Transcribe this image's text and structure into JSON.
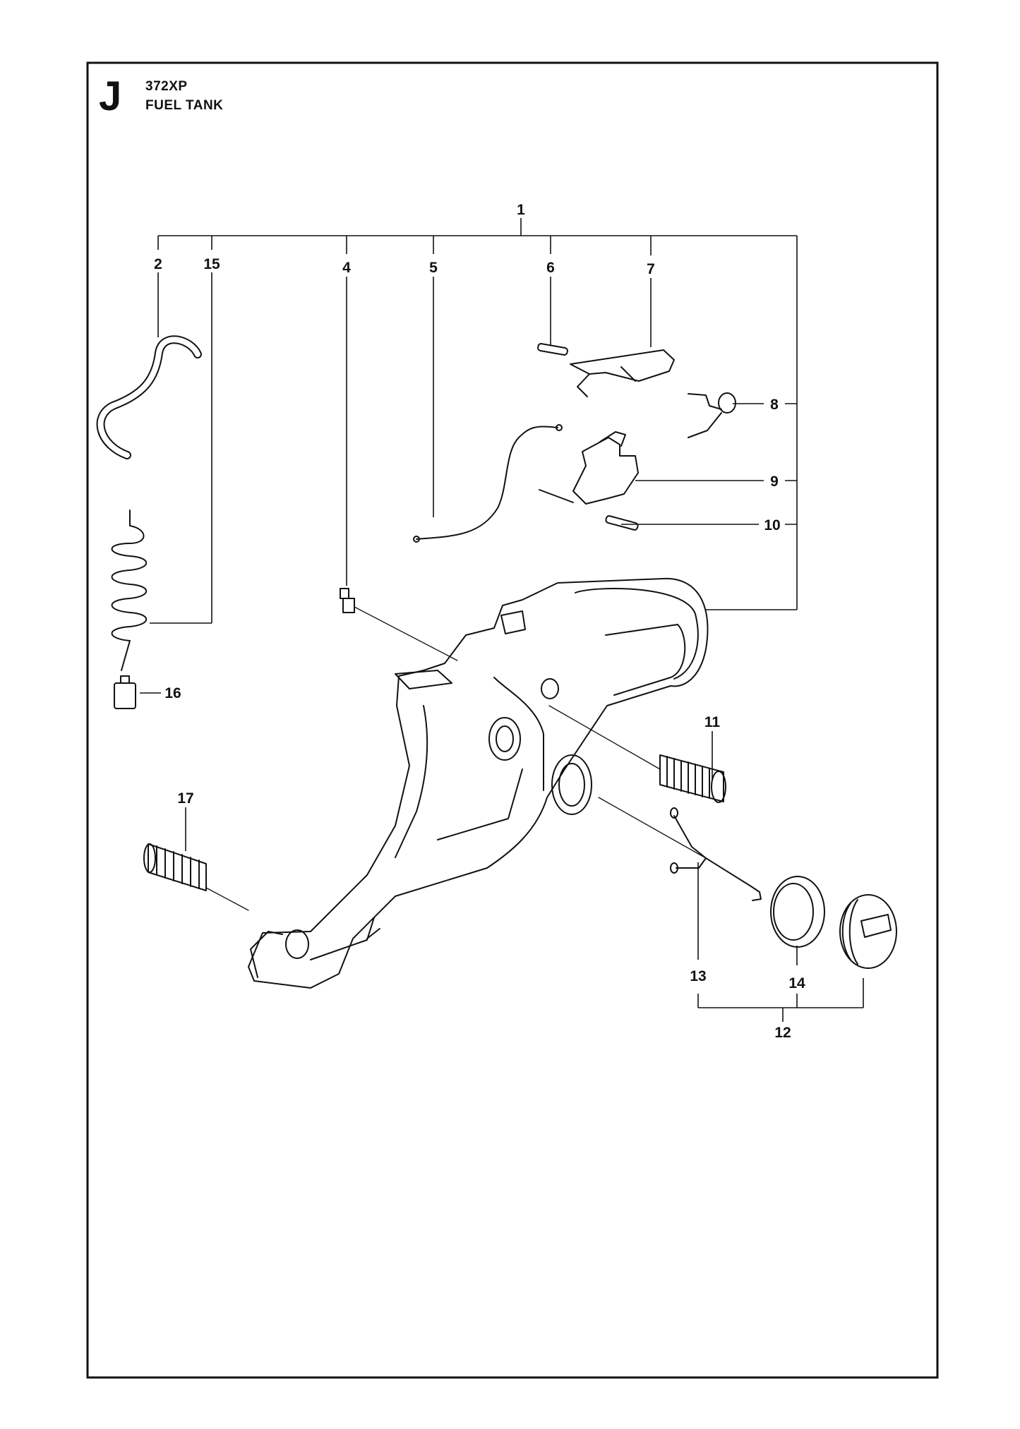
{
  "header": {
    "section_letter": "J",
    "model": "372XP",
    "title": "FUEL TANK"
  },
  "callouts": [
    "1",
    "2",
    "4",
    "5",
    "6",
    "7",
    "8",
    "9",
    "10",
    "11",
    "12",
    "13",
    "14",
    "15",
    "16",
    "17"
  ]
}
